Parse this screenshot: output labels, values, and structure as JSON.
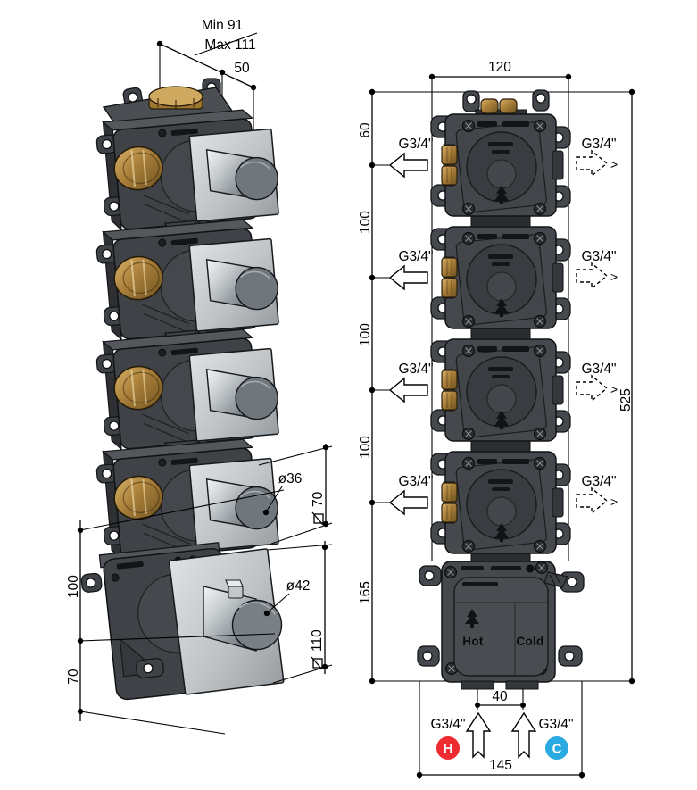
{
  "front_view": {
    "dim_width": "120",
    "dim_top": "60",
    "dim_pitch": "100",
    "dim_bottom_section": "165",
    "dim_total_height": "525",
    "dim_inlet_pitch": "40",
    "dim_inlet_span": "145",
    "port_label": "G3/4\"",
    "chevron": ">",
    "hot_text": "Hot",
    "cold_text": "Cold",
    "hot_badge": "H",
    "cold_badge": "C",
    "hot_color": "#ee2b30",
    "cold_color": "#29abe2"
  },
  "perspective_view": {
    "dim_depth_min": "Min 91",
    "dim_depth_max": "Max 111",
    "dim_knob_depth": "50",
    "dim_small_knob": "ø36",
    "dim_small_plate": "70",
    "dim_large_knob": "ø42",
    "dim_large_plate": "110",
    "dim_pitch": "100",
    "dim_bottom": "70"
  }
}
